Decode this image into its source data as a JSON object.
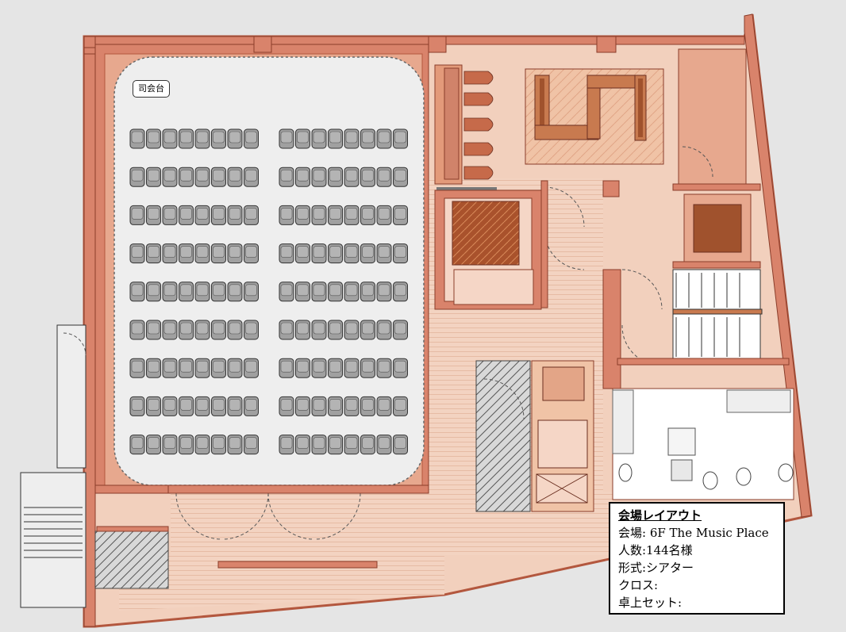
{
  "podium_label": "司会台",
  "legend": {
    "title": "会場レイアウト",
    "venue": "会場: 6F The Music Place",
    "capacity": "人数:144名様",
    "style": "形式:シアター",
    "cloth": "クロス:",
    "table_set": "卓上セット:"
  },
  "seating": {
    "rows": 9,
    "seats_per_block_row": 8,
    "blocks": 2,
    "total": 144
  },
  "colors": {
    "background": "#e5e5e5",
    "wall": "#d9836b",
    "floor": "#f2d0bd",
    "hall_floor": "#eeeeee",
    "chair": "#a0a0a0",
    "wood": "#a0522d"
  }
}
